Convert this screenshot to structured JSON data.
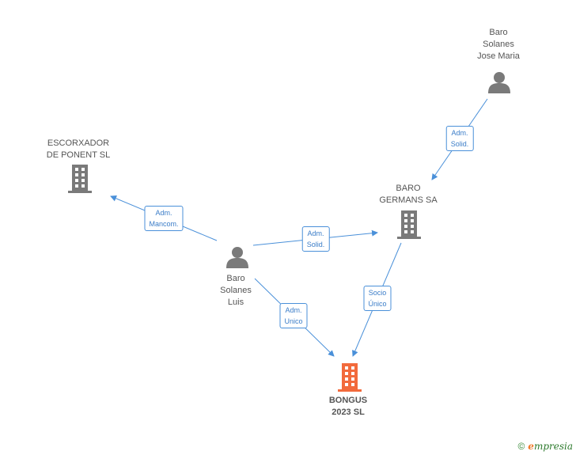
{
  "colors": {
    "edge": "#4a90d9",
    "person_icon": "#7a7a7a",
    "company_icon": "#7a7a7a",
    "focus_icon": "#f26a3c",
    "label_text": "#555555"
  },
  "nodes": [
    {
      "id": "baro-solanes-jose-maria",
      "label": "Baro\nSolanes\nJose Maria",
      "type": "person"
    },
    {
      "id": "escorxador-de-ponent",
      "label": "ESCORXADOR\nDE PONENT SL",
      "type": "company"
    },
    {
      "id": "baro-germans",
      "label": "BARO\nGERMANS SA",
      "type": "company"
    },
    {
      "id": "baro-solanes-luis",
      "label": "Baro\nSolanes\nLuis",
      "type": "person"
    },
    {
      "id": "bongus-2023",
      "label": "BONGUS\n2023  SL",
      "type": "focus"
    }
  ],
  "edges": [
    {
      "id": "e1",
      "label": "Adm.\nSolid."
    },
    {
      "id": "e2",
      "label": "Adm.\nMancom."
    },
    {
      "id": "e3",
      "label": "Adm.\nSolid."
    },
    {
      "id": "e4",
      "label": "Adm.\nUnico"
    },
    {
      "id": "e5",
      "label": "Socio\nÚnico"
    }
  ],
  "footer": {
    "copyright_symbol": "©",
    "brand_initial": "e",
    "brand_rest": "mpresia"
  }
}
